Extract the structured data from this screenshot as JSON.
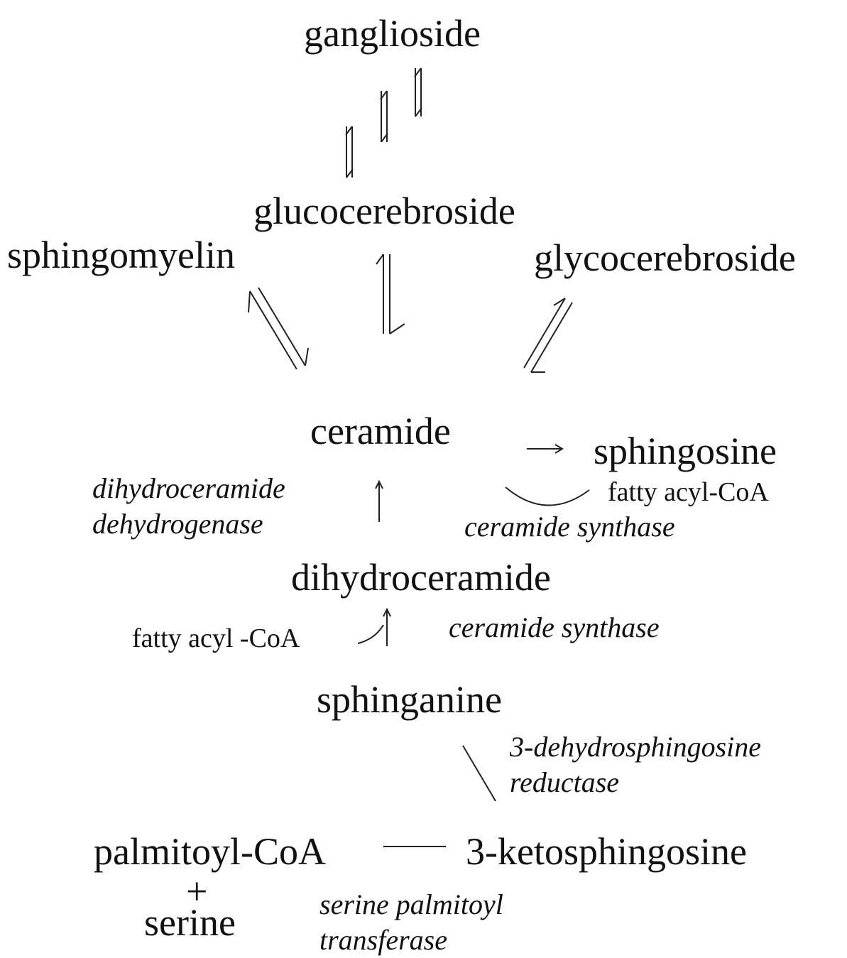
{
  "nodes": {
    "ganglioside": "ganglioside",
    "glucocerebroside": "glucocerebroside",
    "sphingomyelin": "sphingomyelin",
    "glycocerebroside": "glycocerebroside",
    "ceramide": "ceramide",
    "sphingosine": "sphingosine",
    "dihydroceramide": "dihydroceramide",
    "sphinganine": "sphinganine",
    "palmitoyl_coa": "palmitoyl-CoA",
    "plus": "+",
    "serine": "serine",
    "ketosphingosine": "3-ketosphingosine"
  },
  "cofactors": {
    "fatty_acyl_coa_upper": "fatty acyl-CoA",
    "fatty_acyl_coa_lower": "fatty acyl -CoA"
  },
  "enzymes": {
    "dihydroceramide_dehydrogenase_1": "dihydroceramide",
    "dihydroceramide_dehydrogenase_2": "dehydrogenase",
    "ceramide_synthase_upper": "ceramide synthase",
    "ceramide_synthase_lower": "ceramide synthase",
    "dehydrosphingosine_reductase_1": "3-dehydrosphingosine",
    "dehydrosphingosine_reductase_2": "reductase",
    "serine_palmitoyl_transferase_1": "serine palmitoyl",
    "serine_palmitoyl_transferase_2": "transferase"
  },
  "colors": {
    "ink": "#111111",
    "background": "#ffffff"
  }
}
